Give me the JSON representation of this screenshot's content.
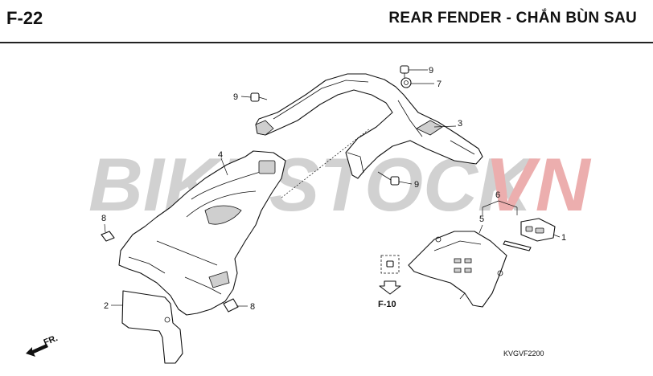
{
  "header": {
    "section_code": "F-22",
    "title": "REAR FENDER - CHẮN BÙN SAU"
  },
  "watermark": {
    "text_gray": "BIKESTOCK",
    "text_red": "VN",
    "color_gray": "#c9c9c9",
    "color_red": "#e9a0a0"
  },
  "callouts": {
    "part_1": "1",
    "part_2": "2",
    "part_3": "3",
    "part_4": "4",
    "part_5": "5",
    "part_6": "6",
    "part_7": "7",
    "part_8_upper": "8",
    "part_8_lower": "8",
    "part_9_left": "9",
    "part_9_top": "9",
    "part_9_right": "9"
  },
  "reference": {
    "label": "F-10"
  },
  "direction": {
    "label": "FR."
  },
  "diagram_code": "KVGVF2200"
}
